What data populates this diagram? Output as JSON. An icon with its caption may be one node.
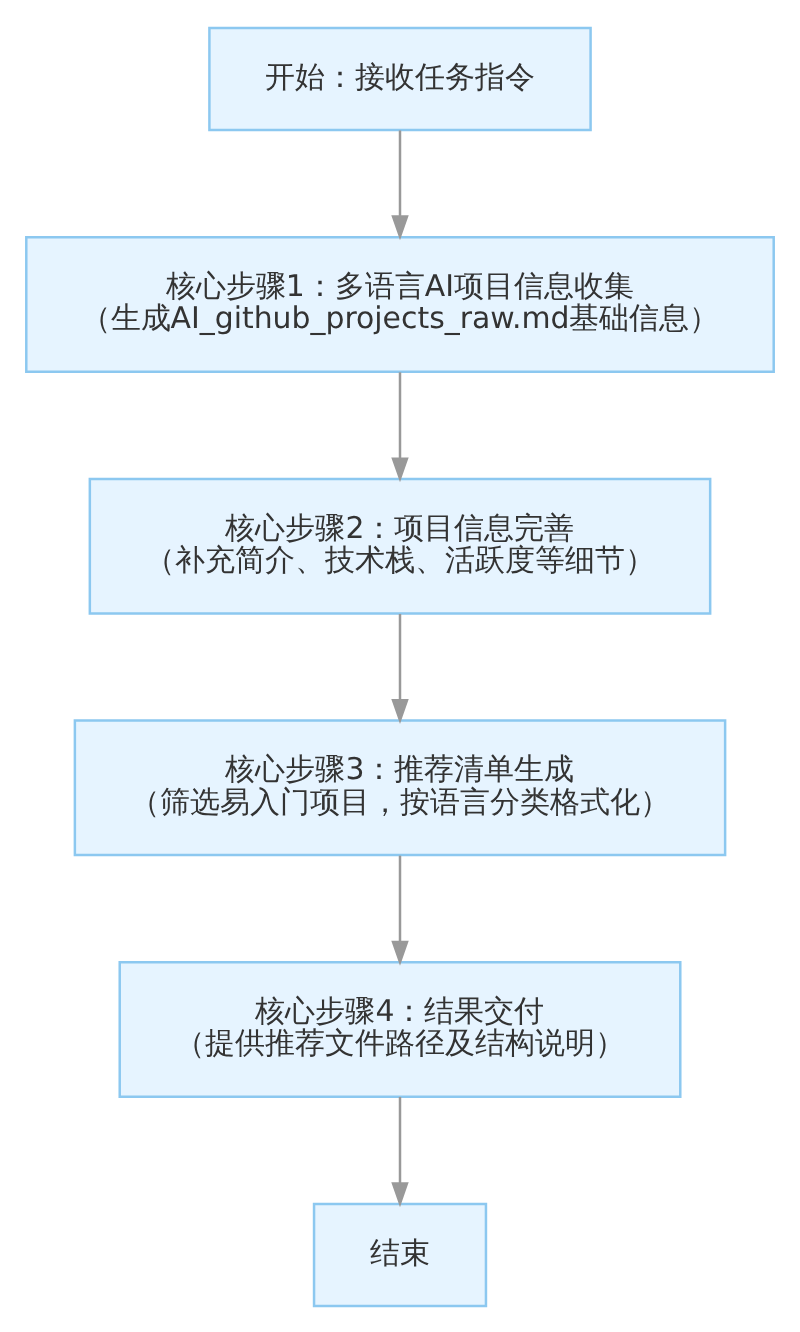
{
  "diagram": {
    "nodes": [
      {
        "text": [
          "开始：接收任务指令"
        ]
      },
      {
        "text": [
          "核心步骤1：多语言AI项目信息收集",
          "（生成AI_github_projects_raw.md基础信息）"
        ]
      },
      {
        "text": [
          "核心步骤2：项目信息完善",
          "（补充简介、技术栈、活跃度等细节）"
        ]
      },
      {
        "text": [
          "核心步骤3：推荐清单生成",
          "（筛选易入门项目，按语言分类格式化）"
        ]
      },
      {
        "text": [
          "核心步骤4：结果交付",
          "（提供推荐文件路径及结构说明）"
        ]
      },
      {
        "text": [
          "结束"
        ]
      }
    ],
    "edges": [
      {
        "from": 0,
        "to": 1,
        "arrow": "to"
      },
      {
        "from": 1,
        "to": 2,
        "arrow": "to"
      },
      {
        "from": 2,
        "to": 3,
        "arrow": "to"
      },
      {
        "from": 3,
        "to": 4,
        "arrow": "to"
      },
      {
        "from": 4,
        "to": 5,
        "arrow": "to"
      }
    ]
  }
}
